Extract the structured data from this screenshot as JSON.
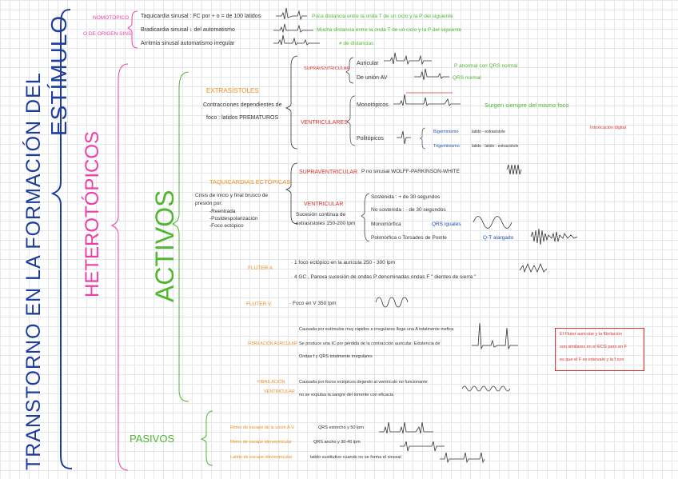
{
  "title": {
    "line1": "ESTÍMULO",
    "line2": "TRANSTORNO EN LA FORMACIÓN DEL"
  },
  "top": {
    "nomotopico": "NOMOTÓPICO",
    "origen": "O DE ORIGEN SINS.",
    "rows": [
      {
        "label": "Taquicardia sinusal : FC por + o = de 100 latidos",
        "desc": "Poca distancia entre la onda T de un ciclo y la P del siguiente"
      },
      {
        "label": "Bradicardia sinusal ↓ del automatismo",
        "desc": "Mucha distancia entre la onda T de un ciclo y la P del siguiente"
      },
      {
        "label": "Arritmia sinusal automatismo irregular",
        "desc": "≠ de distancias"
      }
    ]
  },
  "heterotopicos": "HETEROTÓPICOS",
  "activos": "ACTIVOS",
  "pasivos": "PASIVOS",
  "extrasistoles": {
    "title": "EXTRASÍSTOLES",
    "desc1": "Contracciones dependientes de",
    "desc2": "foco : latidos PREMATUROS",
    "supraventricular": "SUPRAVENTRICULAR",
    "auricular": "Auricular",
    "union": "De unión AV",
    "p_anormal": "P anormal con QRS normal",
    "qrs_normal": "QRS normal",
    "ventriculares": "VENTRICULARES",
    "monotopicos": "Monotópicos",
    "politopicos": "Politópicos",
    "surgen": "Surgen siempre del mismo foco",
    "bigeminismo": "Bigeminismo",
    "trigeminismo": "Trigeminismo",
    "latido_bi": "latido - extrasístole",
    "latido_tri": "latido - latido - extrasístole",
    "intoxicacion": "Intoxicación digital"
  },
  "taquicardias": {
    "title": "TAQUICARDIAS ECTÓPICAS",
    "desc1": "Crisis de inicio y final brusco de",
    "desc2": "presión por:",
    "items": [
      "-Reentrada",
      "-Postdespolarización",
      "-Foco ectópico"
    ],
    "supraventricular": "SUPRAVENTRICULAR",
    "supra_desc": "P no sinusal WOLFF-PARKINSON-WHITE",
    "ventricular": "VENTRICULAR",
    "vent_desc1": "Sucesión continua de",
    "vent_desc2": "extrasístoles 150-200 lpm",
    "sostenida": "Sostenida : + de 30 segundos",
    "no_sostenida": "No sostenida : - de 30 segundos",
    "monomorfica": "Monomórfica",
    "qrs_iguales": "QRS iguales",
    "polimorfica": "Polimórfica o Torsades de Pointe",
    "qt": "Q-T alargado"
  },
  "flutter_a": {
    "label": "FLUTER A",
    "line1": "· 1 foco ectópico en la aurícula 250 - 300 lpm",
    "line2": "· 4 GC , Paroxa sucesión de ondas P denominadas ondas F \" dientes de sierra \""
  },
  "flutter_v": {
    "label": "FLUTER V",
    "line1": "· Foco en V 350 lpm"
  },
  "fib_a": {
    "label": "FIBRILACIÓN AURICULAR",
    "line1": "Causada por estímulos muy rápidos e irregulares llega una A totalmente inefica",
    "line2": "Se produce una IC por pérdida de la contracción auricular. Existencia de",
    "line3": "Ondas f y QRS totalmente irregulares"
  },
  "fib_v": {
    "label1": "FIBRILACIÓN",
    "label2": "VENTRICULAR",
    "line1": "Causada por focos ectópicos dejando al ventrículo no funcionante",
    "line2": "no se expulsa la sangre del torrente con eficacia"
  },
  "red_note": {
    "l1": "El Fluter auricular y la fibrilación",
    "l2": "son similares en el ECG pero en F",
    "l3": "es que el F es intervalo y la f son"
  },
  "pasivos_rows": [
    {
      "label": "Ritmo de escape de la unión A-V",
      "desc": "QRS estrecho y 50 lpm"
    },
    {
      "label": "Ritmo de escape idioventricular",
      "desc": "QRS ancho y 30-40 lpm"
    },
    {
      "label": "Latido de escape idioventricular",
      "desc": "latido sustitutivo cuando no se forma el sinusal"
    }
  ],
  "colors": {
    "blue": "#1e3c9c",
    "pink": "#ee3fa8",
    "green": "#4fb82e",
    "orange": "#f08c1e",
    "red": "#e3312b",
    "grid": "#e4e6ea"
  }
}
